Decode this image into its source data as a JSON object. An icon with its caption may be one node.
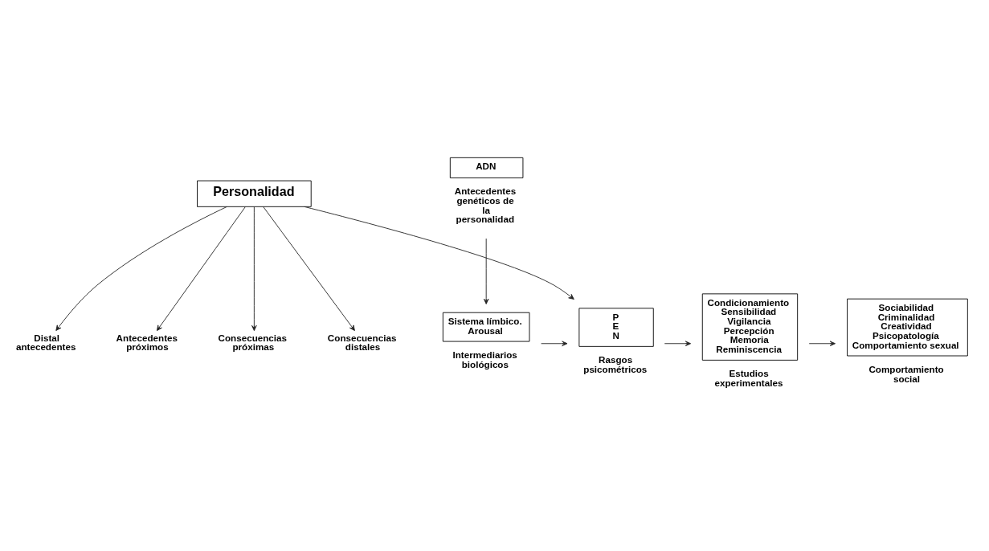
{
  "diagram": {
    "nodes": [
      {
        "text": [
          "Personalidad"
        ]
      },
      {
        "text": [
          "Distal antecedentes"
        ]
      },
      {
        "text": [
          "Antecedentes próximos"
        ]
      },
      {
        "text": [
          "Consecuencias próximas"
        ]
      },
      {
        "text": [
          "Consecuencias distales"
        ]
      },
      {
        "text": [
          "ADN"
        ],
        "beside": [
          "Antecedentes genéticos de la personalidad"
        ]
      },
      {
        "text": [
          "Sistema límbico. Arousal"
        ],
        "beside": [
          "Intermediarios biológicos"
        ]
      },
      {
        "text": [
          "P",
          "E",
          "N"
        ],
        "beside": [
          "Rasgos psicométricos"
        ]
      },
      {
        "text": [
          "Condicionamiento",
          "Sensibilidad",
          "Vigilancia",
          "Percepción",
          "Memoria",
          "Reminiscencia"
        ],
        "beside": [
          "Estudios experimentales"
        ]
      },
      {
        "text": [
          "Sociabilidad",
          "Criminalidad",
          "Creatividad",
          "Psicopatología",
          "Comportamiento sexual"
        ],
        "beside": [
          "Comportamiento social"
        ]
      }
    ],
    "edges": [
      {
        "from": 0,
        "to": 1,
        "arrow": "to"
      },
      {
        "from": 0,
        "to": 2,
        "arrow": "to"
      },
      {
        "from": 0,
        "to": 7,
        "arrow": "to"
      },
      {
        "from": 0,
        "to": 3,
        "arrow": "to"
      },
      {
        "from": 0,
        "to": 4,
        "arrow": "to"
      },
      {
        "from": 5,
        "to": 6,
        "arrow": "to"
      },
      {
        "from": 6,
        "to": 7,
        "arrow": "to"
      },
      {
        "from": 7,
        "to": 8,
        "arrow": "to"
      },
      {
        "from": 8,
        "to": 9,
        "arrow": "to"
      }
    ]
  }
}
